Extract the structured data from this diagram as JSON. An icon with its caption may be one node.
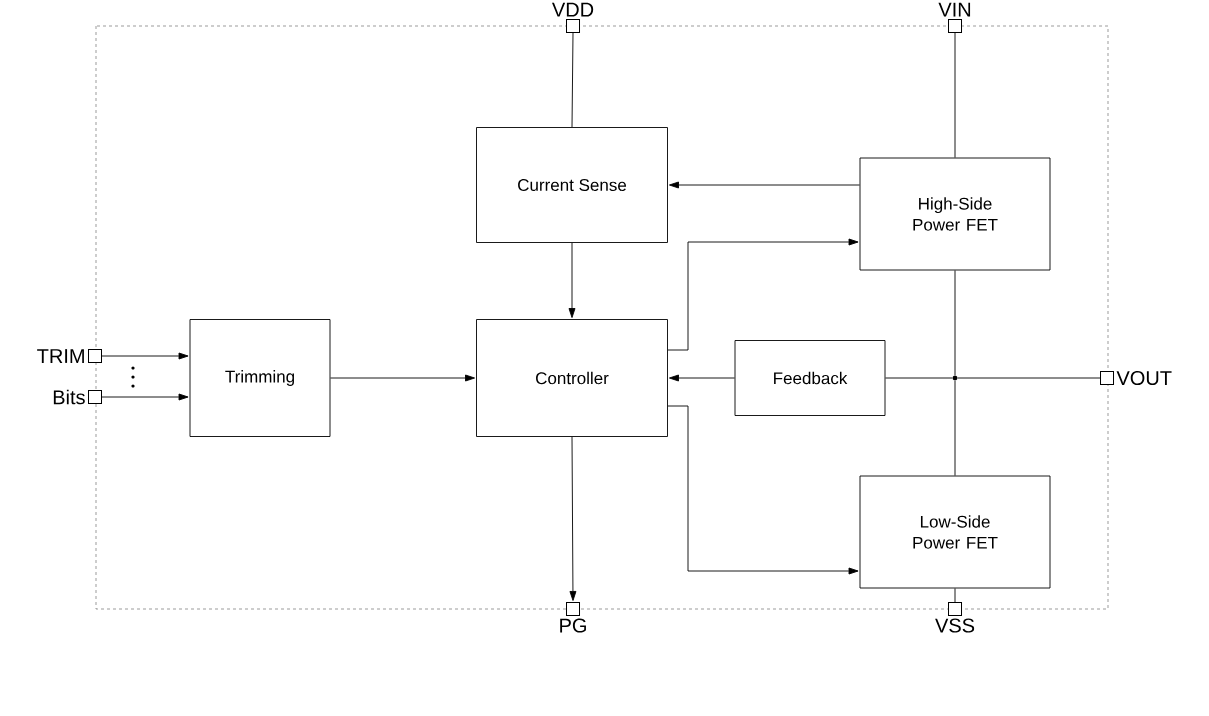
{
  "diagram": {
    "nodes": [
      {
        "text": [
          "VDD"
        ]
      },
      {
        "text": [
          "VIN"
        ]
      },
      {
        "text": [
          "Current Sense"
        ]
      },
      {
        "text": [
          "High-Side Power FET"
        ]
      },
      {
        "text": [
          "TRIM"
        ]
      },
      {
        "text": [
          "Bits"
        ]
      },
      {
        "text": [
          "Trimming"
        ]
      },
      {
        "text": [
          "Controller"
        ]
      },
      {
        "text": [
          "Feedback"
        ]
      },
      {
        "text": [
          "VOUT"
        ]
      },
      {
        "text": [
          "Low-Side Power FET"
        ]
      },
      {
        "text": [
          "PG"
        ]
      },
      {
        "text": [
          "VSS"
        ]
      },
      {
        "text": [],
        "shape": "circle"
      }
    ],
    "edges": [
      {
        "from": 0,
        "to": 2,
        "arrow": "none"
      },
      {
        "from": 1,
        "to": 3,
        "arrow": "none"
      },
      {
        "from": 3,
        "to": 2,
        "arrow": "to"
      },
      {
        "from": 2,
        "to": 7,
        "arrow": "to"
      },
      {
        "from": 7,
        "to": 3,
        "arrow": "to"
      },
      {
        "from": 4,
        "to": 6,
        "arrow": "to"
      },
      {
        "from": 5,
        "to": 6,
        "arrow": "to"
      },
      {
        "from": 6,
        "to": 7,
        "arrow": "to"
      },
      {
        "from": 8,
        "to": 7,
        "arrow": "to"
      },
      {
        "from": 13,
        "to": 8,
        "arrow": "none"
      },
      {
        "from": 3,
        "to": 13,
        "arrow": "none"
      },
      {
        "from": 13,
        "to": 10,
        "arrow": "none"
      },
      {
        "from": 13,
        "to": 9,
        "arrow": "none"
      },
      {
        "from": 7,
        "to": 10,
        "arrow": "to"
      },
      {
        "from": 7,
        "to": 11,
        "arrow": "to"
      },
      {
        "from": 10,
        "to": 12,
        "arrow": "none"
      }
    ]
  }
}
